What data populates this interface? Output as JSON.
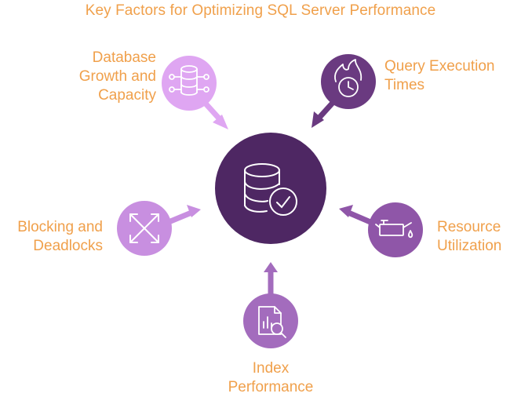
{
  "title": "Key Factors for Optimizing SQL Server Performance",
  "center": {
    "icon": "database-check-icon",
    "color": "#4e2763"
  },
  "factors": [
    {
      "lines": [
        "Database",
        "Growth and",
        "Capacity"
      ],
      "icon": "database-network-icon",
      "color": "#dfa6f2"
    },
    {
      "lines": [
        "Query Execution",
        "Times"
      ],
      "icon": "clock-flame-icon",
      "color": "#6a3a80"
    },
    {
      "lines": [
        "Blocking and",
        "Deadlocks"
      ],
      "icon": "diagonal-arrows-icon",
      "color": "#c88fe0"
    },
    {
      "lines": [
        "Resource",
        "Utilization"
      ],
      "icon": "oil-can-icon",
      "color": "#8f56a8"
    },
    {
      "lines": [
        "Index",
        "Performance"
      ],
      "icon": "document-chart-search-icon",
      "color": "#a36cbd"
    }
  ],
  "colors": {
    "text": "#f0a04b",
    "background": "#ffffff"
  }
}
